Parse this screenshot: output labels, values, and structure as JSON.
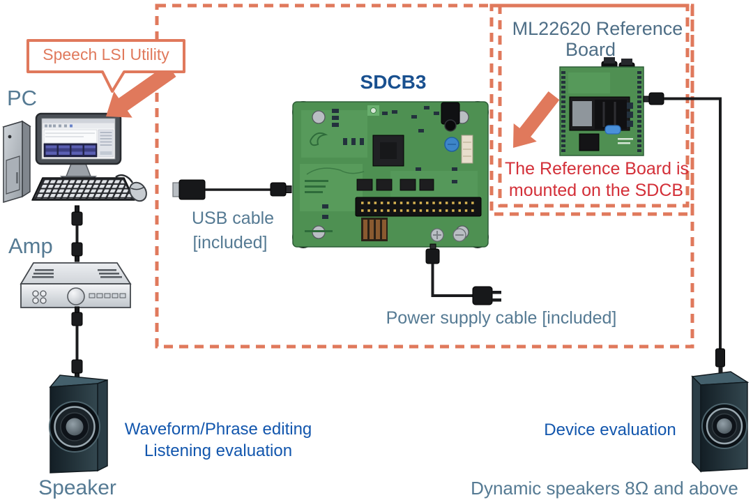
{
  "labels": {
    "speech_lsi_utility": "Speech LSI Utility",
    "pc": "PC",
    "amp": "Amp",
    "speaker": "Speaker",
    "usb_cable": [
      "USB cable",
      "[included]"
    ],
    "sdcb3": "SDCB3",
    "power_supply_cable": "Power supply cable [included]",
    "ml22620": [
      "ML22620 Reference",
      "Board"
    ],
    "ref_note": [
      "The Reference Board is",
      "mounted on the SDCB"
    ],
    "left_eval": [
      "Waveform/Phrase editing",
      "Listening evaluation"
    ],
    "right_eval": "Device evaluation",
    "dynamic_speakers": "Dynamic speakers 8Ω and above"
  },
  "colors": {
    "accent_salmon": "#e0795c",
    "steel_blue_label": "#557a93",
    "dark_blue_bold": "#19508f",
    "bright_blue": "#1256ad",
    "red_note": "#d32f38",
    "pcb_green": "#4e9052"
  }
}
